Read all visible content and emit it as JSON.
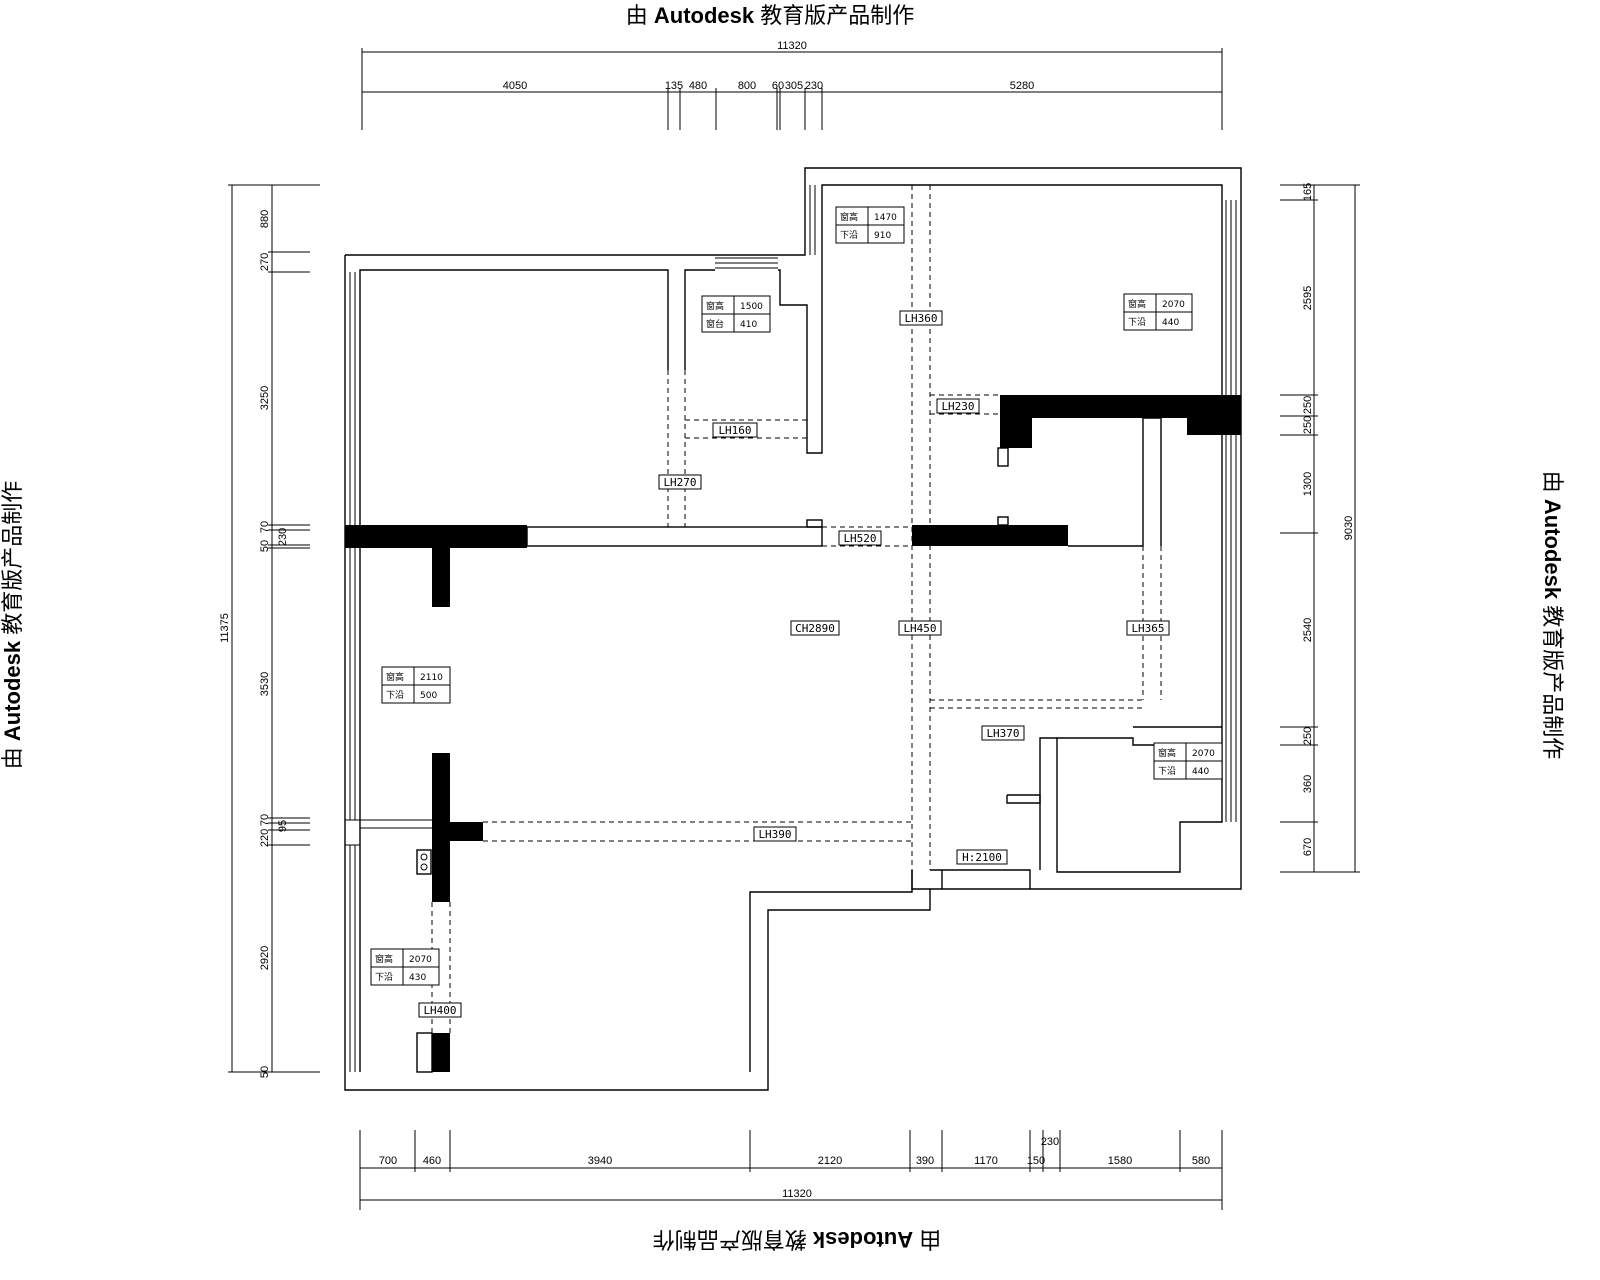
{
  "watermark": {
    "prefix": "由 ",
    "brand": "Autodesk",
    "suffix": " 教育版产品制作"
  },
  "dims": {
    "top_total": "11320",
    "top": [
      "4050",
      "135",
      "480",
      "800",
      "60",
      "305",
      "230",
      "5280"
    ],
    "bottom_total": "11320",
    "bottom": [
      "700",
      "460",
      "3940",
      "2120",
      "390",
      "1170",
      "150",
      "230",
      "1580",
      "580"
    ],
    "left_total": "11375",
    "left": [
      "880",
      "270",
      "3250",
      "70",
      "230",
      "50",
      "3530",
      "70",
      "95",
      "220",
      "2920",
      "50"
    ],
    "right_total": "9030",
    "right": [
      "165",
      "2595",
      "250",
      "250",
      "1300",
      "2540",
      "250",
      "360",
      "670"
    ]
  },
  "labels": {
    "lh360": "LH360",
    "lh230": "LH230",
    "lh160": "LH160",
    "lh270": "LH270",
    "lh520": "LH520",
    "ch2890": "CH2890",
    "lh450": "LH450",
    "lh365": "LH365",
    "lh370": "LH370",
    "lh390": "LH390",
    "h2100": "H:2100",
    "lh400": "LH400"
  },
  "window_tags": [
    {
      "k1": "窗高",
      "v1": "1470",
      "k2": "下沿",
      "v2": "910"
    },
    {
      "k1": "窗高",
      "v1": "1500",
      "k2": "窗台",
      "v2": "410"
    },
    {
      "k1": "窗高",
      "v1": "2070",
      "k2": "下沿",
      "v2": "440"
    },
    {
      "k1": "窗高",
      "v1": "2110",
      "k2": "下沿",
      "v2": "500"
    },
    {
      "k1": "窗高",
      "v1": "2070",
      "k2": "下沿",
      "v2": "440"
    },
    {
      "k1": "窗高",
      "v1": "2070",
      "k2": "下沿",
      "v2": "430"
    }
  ]
}
